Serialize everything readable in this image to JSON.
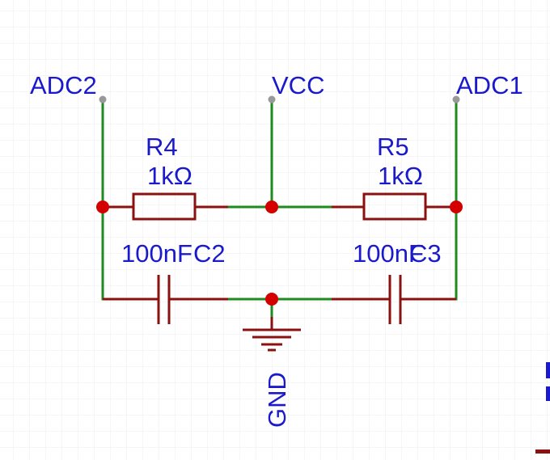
{
  "nets": {
    "adc2": "ADC2",
    "vcc": "VCC",
    "adc1": "ADC1",
    "gnd": "GND"
  },
  "components": {
    "r4": {
      "designator": "R4",
      "value": "1kΩ"
    },
    "r5": {
      "designator": "R5",
      "value": "1kΩ"
    },
    "c2": {
      "designator": "C2",
      "value": "100nF"
    },
    "c3": {
      "designator": "C3",
      "value": "100nF"
    }
  },
  "colors": {
    "wire": "#1f8a1f",
    "component": "#8b1010",
    "junction": "#d40000",
    "label": "#1a1acc",
    "grid": "#ececec"
  }
}
